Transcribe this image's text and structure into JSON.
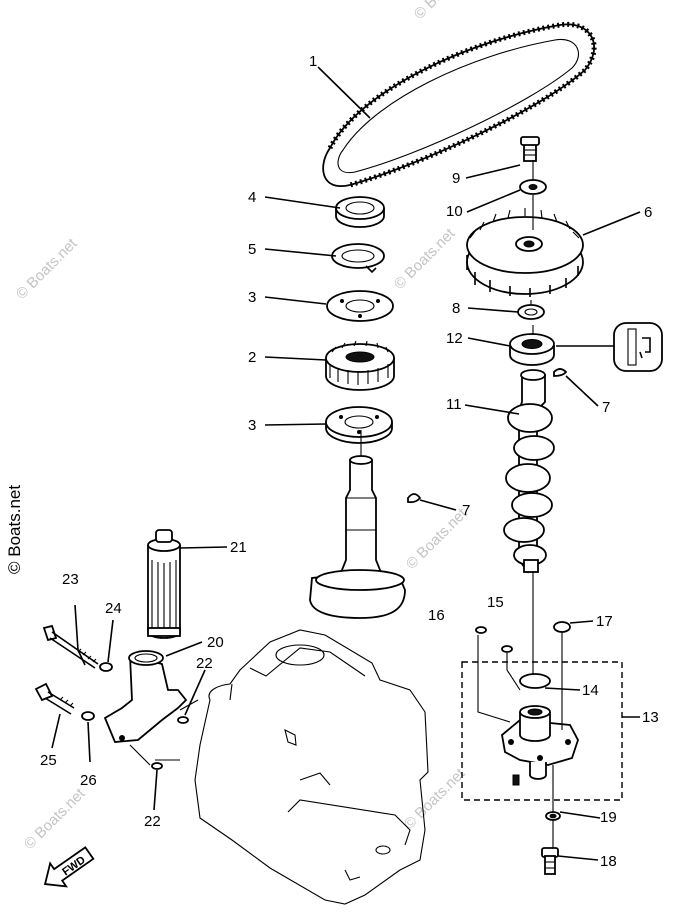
{
  "diagram": {
    "watermark": "© Boats.net",
    "fwd_label": "FWD",
    "callouts": {
      "c1": "1",
      "c2": "2",
      "c3a": "3",
      "c3b": "3",
      "c4": "4",
      "c5": "5",
      "c6": "6",
      "c7a": "7",
      "c7b": "7",
      "c8": "8",
      "c9": "9",
      "c10": "10",
      "c11": "11",
      "c12": "12",
      "c13": "13",
      "c14": "14",
      "c15": "15",
      "c16": "16",
      "c17": "17",
      "c18": "18",
      "c19": "19",
      "c20": "20",
      "c21": "21",
      "c22a": "22",
      "c22b": "22",
      "c23": "23",
      "c24": "24",
      "c25": "25",
      "c26": "26"
    }
  }
}
